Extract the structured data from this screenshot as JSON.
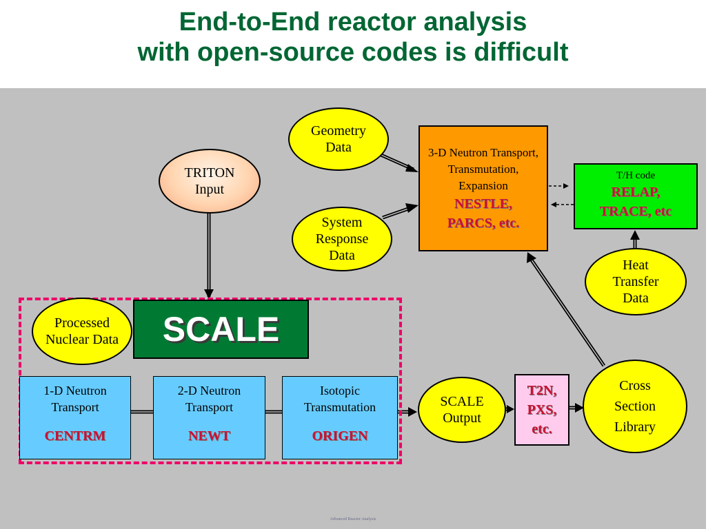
{
  "title": {
    "line1": "End-to-End reactor analysis",
    "line2": "with open-source codes is difficult"
  },
  "nodes": {
    "geometry": "Geometry Data",
    "triton": "TRITON Input",
    "system_response": "System Response Data",
    "neutron3d": {
      "text": "3-D Neutron Transport, Transmutation, Expansion",
      "codes": "NESTLE, PARCS, etc."
    },
    "th_code": {
      "text": "T/H code",
      "codes": "RELAP, TRACE, etc"
    },
    "heat_transfer": "Heat Transfer Data",
    "processed_nuclear": "Processed Nuclear Data",
    "scale": "SCALE",
    "neutron1d": {
      "text": "1-D Neutron Transport",
      "code": "CENTRM"
    },
    "neutron2d": {
      "text": "2-D Neutron Transport",
      "code": "NEWT"
    },
    "isotopic": {
      "text": "Isotopic Transmutation",
      "code": "ORIGEN"
    },
    "scale_output": "SCALE Output",
    "t2n": "T2N, PXS, etc.",
    "cross_section": "Cross Section Library"
  },
  "footer": "Advanced Reactor Analysis",
  "colors": {
    "title": "#006633",
    "background": "#c0c0c0",
    "oval_yellow": "#ffff00",
    "orange_box": "#ff9900",
    "green_box": "#00ee00",
    "scale_green": "#007a33",
    "blue_box": "#66ccff",
    "pink_box": "#ffccee",
    "code_red": "#cc1033",
    "dash_pink": "#ee0066"
  }
}
